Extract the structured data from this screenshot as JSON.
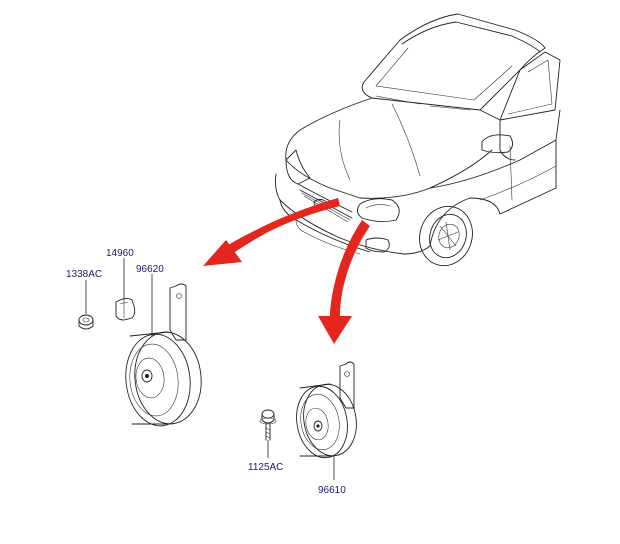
{
  "diagram": {
    "parts": [
      {
        "id": "horn-left",
        "number": "96620"
      },
      {
        "id": "bracket-clip",
        "number": "14960"
      },
      {
        "id": "nut",
        "number": "1338AC"
      },
      {
        "id": "horn-right",
        "number": "96610"
      },
      {
        "id": "bolt",
        "number": "1125AC"
      }
    ],
    "colors": {
      "arrow": "#e4261c",
      "line": "#222222",
      "label": "#1a1a6e",
      "background": "#ffffff"
    }
  }
}
